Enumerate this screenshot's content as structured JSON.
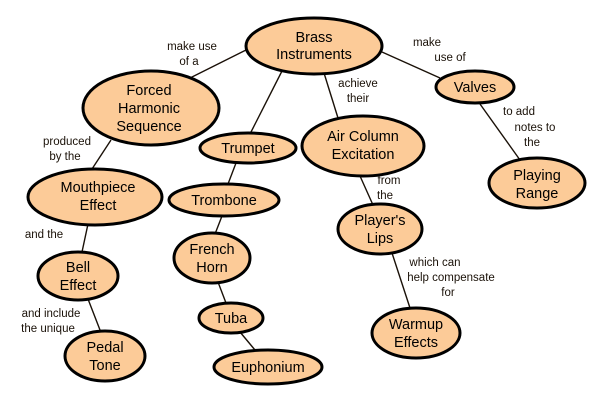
{
  "nodes": {
    "brass": [
      "Brass",
      "Instruments"
    ],
    "valves": [
      "Valves"
    ],
    "playing_range": [
      "Playing",
      "Range"
    ],
    "forced": [
      "Forced",
      "Harmonic",
      "Sequence"
    ],
    "trumpet": [
      "Trumpet"
    ],
    "air": [
      "Air Column",
      "Excitation"
    ],
    "mouthpiece": [
      "Mouthpiece",
      "Effect"
    ],
    "trombone": [
      "Trombone"
    ],
    "lips": [
      "Player's",
      "Lips"
    ],
    "french_horn": [
      "French",
      "Horn"
    ],
    "bell": [
      "Bell",
      "Effect"
    ],
    "tuba": [
      "Tuba"
    ],
    "warmup": [
      "Warmup",
      "Effects"
    ],
    "pedal": [
      "Pedal",
      "Tone"
    ],
    "euphonium": [
      "Euphonium"
    ]
  },
  "links": {
    "brass_forced": [
      "make use",
      "of a"
    ],
    "brass_air": [
      "achieve",
      "their"
    ],
    "brass_valves": [
      "make",
      "use of"
    ],
    "valves_range": [
      "to add",
      "notes to",
      "the"
    ],
    "forced_mouthpiece": [
      "produced",
      "by the"
    ],
    "mouthpiece_bell": [
      "and the"
    ],
    "bell_pedal": [
      "and include",
      "the unique"
    ],
    "air_lips": [
      "from",
      "the"
    ],
    "lips_warmup": [
      "which can",
      "help compensate",
      "for"
    ]
  },
  "colors": {
    "node_fill": "#fccb98",
    "node_stroke": "#000000"
  }
}
